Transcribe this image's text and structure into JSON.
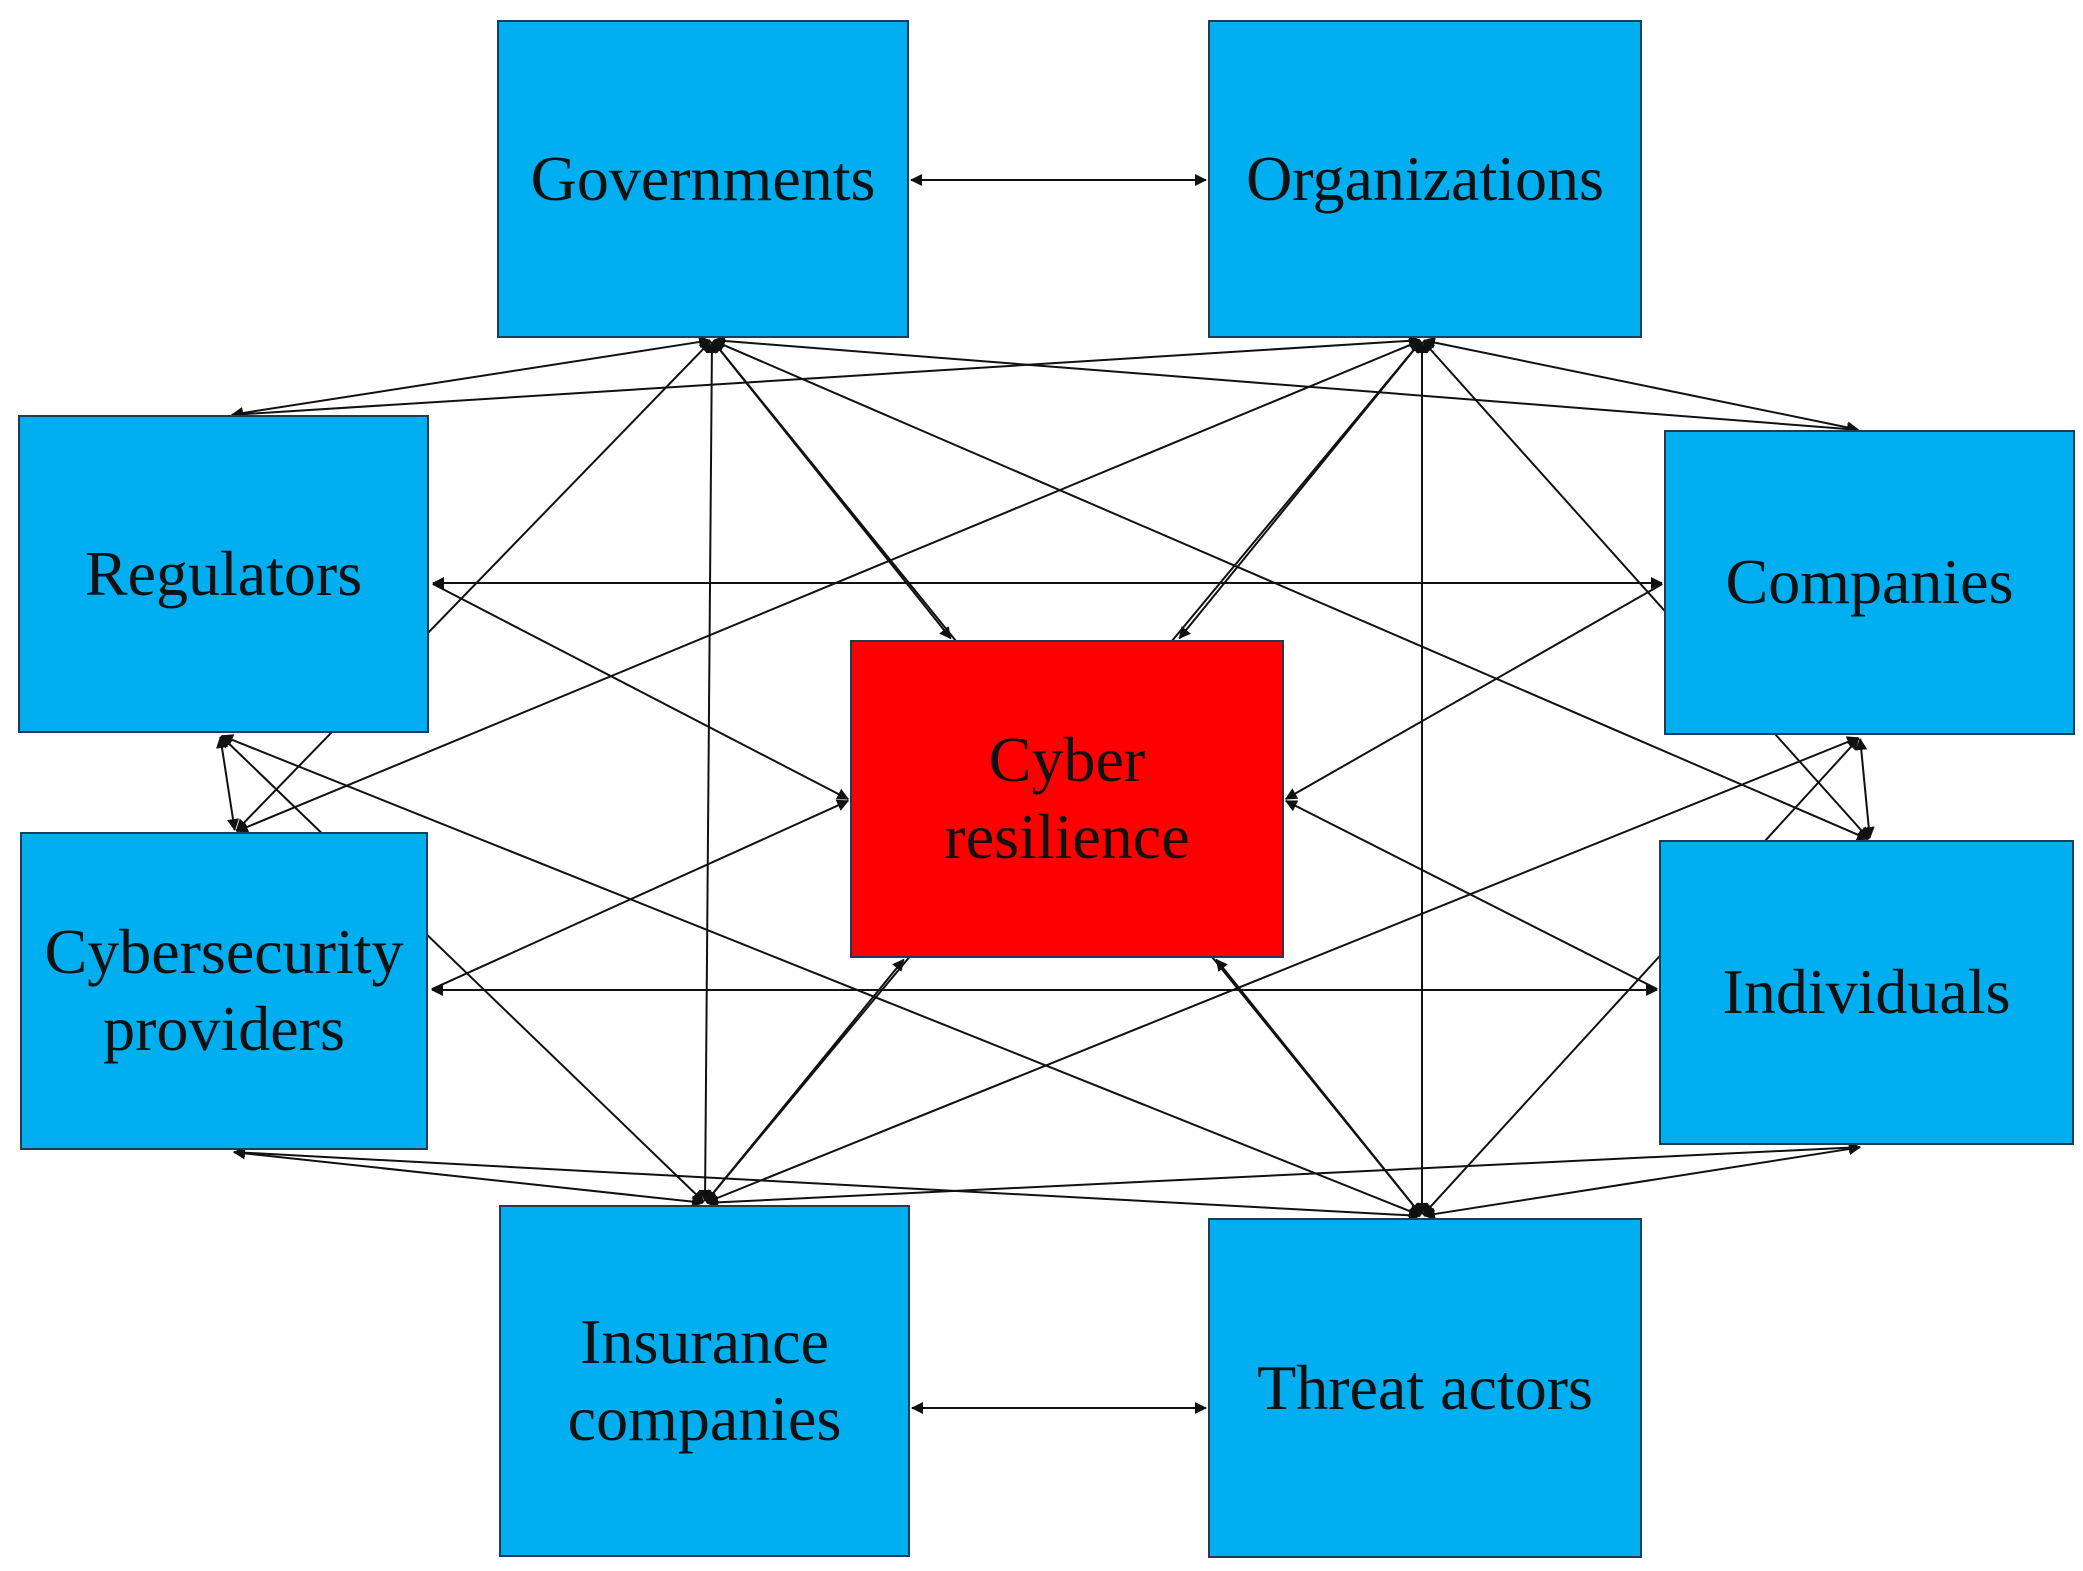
{
  "colors": {
    "stakeholder_fill": "#01aeef",
    "center_fill": "#ff0000",
    "edge": "#111111",
    "border": "#1f3b57"
  },
  "nodes": {
    "governments": "Governments",
    "organizations": "Organizations",
    "regulators": "Regulators",
    "companies": "Companies",
    "cyber_resilience": "Cyber\nresilience",
    "cybersecurity_providers": "Cybersecurity\nproviders",
    "individuals": "Individuals",
    "insurance_companies": "Insurance\ncompanies",
    "threat_actors": "Threat actors"
  },
  "edges": [
    {
      "from": "governments",
      "to": "organizations",
      "direction": "both"
    },
    {
      "from": "insurance_companies",
      "to": "threat_actors",
      "direction": "both"
    },
    {
      "from": "regulators",
      "to": "cybersecurity_providers",
      "direction": "both"
    },
    {
      "from": "companies",
      "to": "individuals",
      "direction": "both"
    },
    {
      "from": "regulators",
      "to": "companies",
      "direction": "both"
    },
    {
      "from": "cybersecurity_providers",
      "to": "individuals",
      "direction": "both"
    },
    {
      "from": "governments",
      "to": "regulators",
      "direction": "both"
    },
    {
      "from": "governments",
      "to": "companies",
      "direction": "both"
    },
    {
      "from": "governments",
      "to": "individuals",
      "direction": "both"
    },
    {
      "from": "governments",
      "to": "insurance_companies",
      "direction": "both"
    },
    {
      "from": "governments",
      "to": "cybersecurity_providers",
      "direction": "both"
    },
    {
      "from": "governments",
      "to": "threat_actors",
      "direction": "both"
    },
    {
      "from": "organizations",
      "to": "regulators",
      "direction": "both"
    },
    {
      "from": "organizations",
      "to": "companies",
      "direction": "both"
    },
    {
      "from": "organizations",
      "to": "cybersecurity_providers",
      "direction": "both"
    },
    {
      "from": "organizations",
      "to": "threat_actors",
      "direction": "both"
    },
    {
      "from": "organizations",
      "to": "individuals",
      "direction": "both"
    },
    {
      "from": "organizations",
      "to": "insurance_companies",
      "direction": "both"
    },
    {
      "from": "insurance_companies",
      "to": "regulators",
      "direction": "both"
    },
    {
      "from": "insurance_companies",
      "to": "companies",
      "direction": "both"
    },
    {
      "from": "insurance_companies",
      "to": "cybersecurity_providers",
      "direction": "both"
    },
    {
      "from": "insurance_companies",
      "to": "individuals",
      "direction": "both"
    },
    {
      "from": "threat_actors",
      "to": "regulators",
      "direction": "both"
    },
    {
      "from": "threat_actors",
      "to": "individuals",
      "direction": "both"
    },
    {
      "from": "threat_actors",
      "to": "companies",
      "direction": "both"
    },
    {
      "from": "threat_actors",
      "to": "cybersecurity_providers",
      "direction": "both"
    },
    {
      "from": "cyber_resilience",
      "to": "governments",
      "direction": "to_center"
    },
    {
      "from": "cyber_resilience",
      "to": "organizations",
      "direction": "to_center"
    },
    {
      "from": "cyber_resilience",
      "to": "regulators",
      "direction": "to_center"
    },
    {
      "from": "cyber_resilience",
      "to": "companies",
      "direction": "to_center"
    },
    {
      "from": "cyber_resilience",
      "to": "cybersecurity_providers",
      "direction": "to_center"
    },
    {
      "from": "cyber_resilience",
      "to": "individuals",
      "direction": "to_center"
    },
    {
      "from": "cyber_resilience",
      "to": "insurance_companies",
      "direction": "to_center"
    },
    {
      "from": "cyber_resilience",
      "to": "threat_actors",
      "direction": "to_center"
    }
  ]
}
